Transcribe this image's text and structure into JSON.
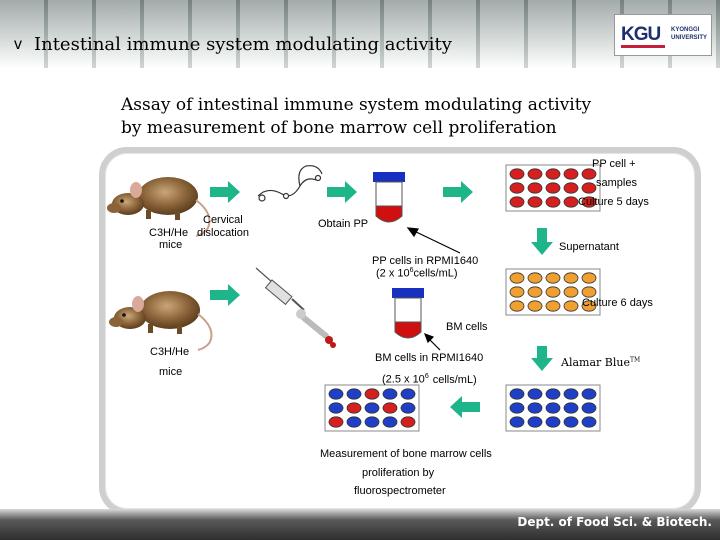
{
  "header": {
    "bullet": "v",
    "title": "Intestinal immune system modulating activity",
    "logo_text": "KGU",
    "logo_sub": "KYONGGI\nUNIVERSITY"
  },
  "subtitle": "Assay of intestinal immune system modulating activity\nby measurement of bone marrow cell proliferation",
  "diagram": {
    "pp_cell_samples": "PP cell +",
    "samples": "samples",
    "culture_5": "Culture 5 days",
    "mouse1_label1": "C3H/He",
    "mouse1_label2": "mice",
    "cervical1": "Cervical",
    "cervical2": "dislocation",
    "obtain_pp": "Obtain PP",
    "supernatant": "Supernatant",
    "pp_rpmi1": "PP cells in RPMI1640",
    "pp_rpmi2_a": "(2 x 10",
    "pp_rpmi2_sup": "6",
    "pp_rpmi2_b": "cells/mL)",
    "culture_6": "Culture 6 days",
    "bm_cells": "BM cells",
    "mouse2_label1": "C3H/He",
    "mouse2_label2": "mice",
    "bm_rpmi1": "BM cells in RPMI1640",
    "bm_rpmi2_a": "(2.5 x 10",
    "bm_rpmi2_sup": "6",
    "bm_rpmi2_b": "cells/mL)",
    "alamar": "Alamar Blue",
    "alamar_tm": "TM",
    "measure1": "Measurement of bone marrow cells",
    "measure2": "proliferation by",
    "measure3": "fluorospectrometer"
  },
  "colors": {
    "arrow": "#1fb58a",
    "red_well": "#d62020",
    "blue_well": "#1f3fc8",
    "orange_well": "#f0a030",
    "tube_cap": "#1830c0",
    "tube_liquid": "#d01010"
  },
  "plates": {
    "plate_pp": [
      [
        "r",
        "r",
        "r",
        "r",
        "r"
      ],
      [
        "r",
        "r",
        "r",
        "r",
        "r"
      ],
      [
        "r",
        "r",
        "r",
        "r",
        "r"
      ]
    ],
    "plate_culture6": [
      [
        "o",
        "o",
        "o",
        "o",
        "o"
      ],
      [
        "o",
        "o",
        "o",
        "o",
        "o"
      ],
      [
        "o",
        "o",
        "o",
        "o",
        "o"
      ]
    ],
    "plate_alamar": [
      [
        "b",
        "b",
        "b",
        "b",
        "b"
      ],
      [
        "b",
        "b",
        "b",
        "b",
        "b"
      ],
      [
        "b",
        "b",
        "b",
        "b",
        "b"
      ]
    ],
    "plate_measure": [
      [
        "b",
        "b",
        "r",
        "b",
        "b"
      ],
      [
        "b",
        "r",
        "b",
        "r",
        "b"
      ],
      [
        "r",
        "b",
        "b",
        "b",
        "r"
      ]
    ]
  },
  "footer": "Dept. of Food Sci. & Biotech."
}
